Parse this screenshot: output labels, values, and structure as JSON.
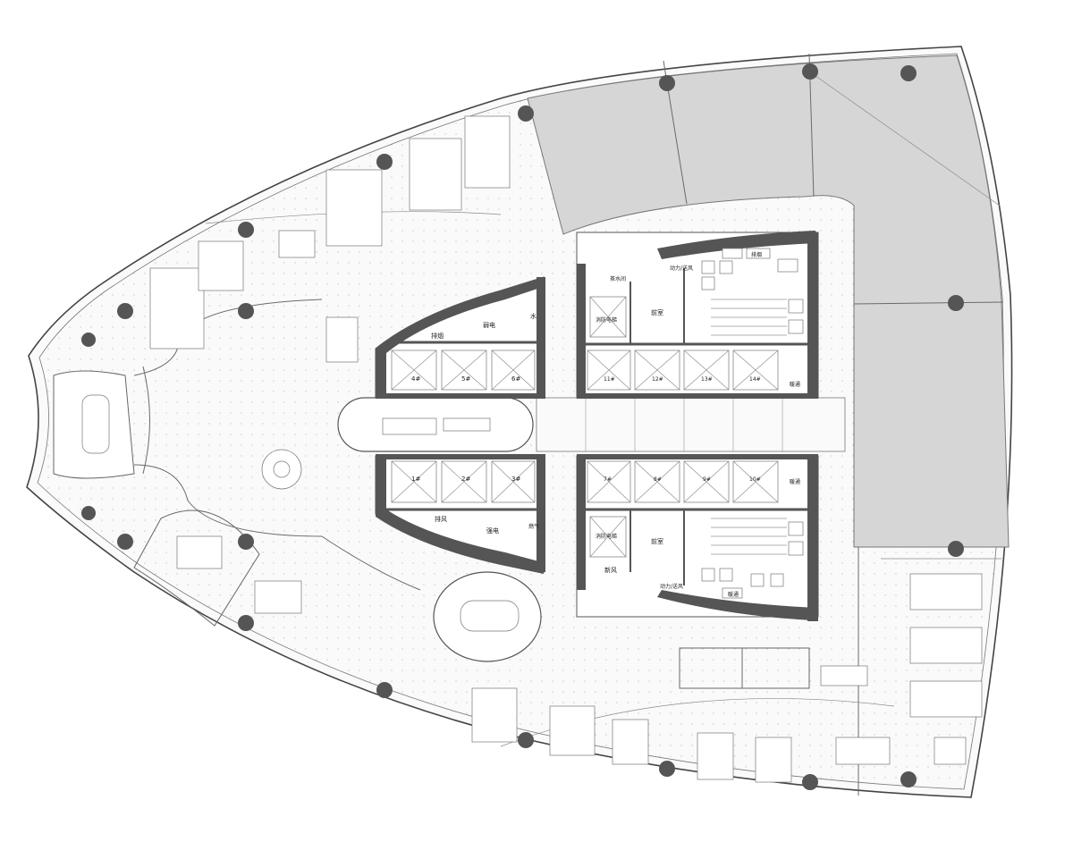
{
  "core_labels": {
    "fire_elevator_front": "前室",
    "fire_elevator_back": "前室",
    "fire_lift_top": "消防电梯",
    "fire_lift_bottom": "消防电梯",
    "strong_elec_top": "弱电",
    "strong_elec_bottom": "强电",
    "exhaust_top": "排烟",
    "exhaust_bottom": "排风",
    "water": "水",
    "fresh_air": "新风",
    "tea_room": "茶水间",
    "exhaust_right_top": "排烟",
    "gas": "燃气",
    "pipe_right_top": "暖通",
    "pipe_right_bottom": "暖通",
    "power": "动力/送风",
    "power_bottom": "动力/送风",
    "pipe_well": "暖通"
  },
  "elevators": {
    "upper_left": [
      "4#",
      "5#",
      "6#"
    ],
    "upper_right": [
      "11#",
      "12#",
      "13#",
      "14#"
    ],
    "lower_left": [
      "1#",
      "2#",
      "3#"
    ],
    "lower_right": [
      "7#",
      "8#",
      "9#",
      "10#"
    ]
  },
  "colors": {
    "wall": "#555555",
    "shaded_zone": "#d6d6d6",
    "floor": "#f7f7f7",
    "column": "#555555"
  }
}
